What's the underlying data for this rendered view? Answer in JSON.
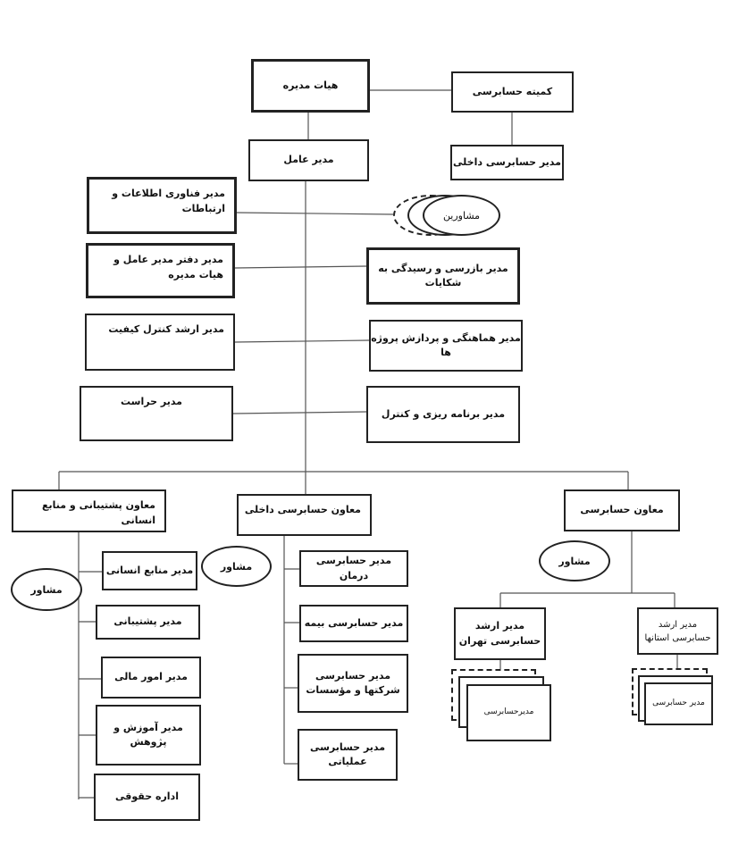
{
  "top": {
    "board": "هیات مدیره",
    "audit_committee": "کمیته حسابرسی",
    "internal_audit_manager": "مدیر حسابرسی داخلی",
    "ceo": "مدیر عامل"
  },
  "staff_left": [
    "مدیر  فناوری اطلاعات و ارتباطات",
    "مدیر دفتر مدیر عامل و هیات مدیره",
    "مدیر ارشد کنترل کیفیت",
    "مدیر حراست"
  ],
  "staff_right": [
    "مدیر بازرسی و رسیدگی به شکایات",
    "مدیر هماهنگی و پردازش پروژه ها",
    "مدیر برنامه ریزی و کنترل"
  ],
  "advisors_group": "مشاورین",
  "deputies": {
    "support_hr": "معاون پشتیبانی و منابع انسانی",
    "internal_audit": "معاون حسابرسی داخلی",
    "audit": "معاون حسابرسی"
  },
  "advisor_label": "مشاور",
  "support_units": [
    "مدیر منابع انسانی",
    "مدیر پشتیبانی",
    "مدیر امور مالی",
    "مدیر آموزش و پژوهش",
    "اداره حقوقی"
  ],
  "internal_audit_units": [
    {
      "line1": "مدیر حسابرسی درمان",
      "line2": ""
    },
    {
      "line1": "مدیر حسابرسی بیمه",
      "line2": ""
    },
    {
      "line1": "مدیر حسابرسی",
      "line2": "شرکتها و مؤسسات"
    },
    {
      "line1": "مدیر حسابرسی",
      "line2": "عملیاتی"
    }
  ],
  "audit_units": {
    "tehran": {
      "line1": "مدیر ارشد",
      "line2": "حسابرسی تهران"
    },
    "provinces": {
      "line1": "مدیر ارشد",
      "line2": "حسابرسی استانها"
    },
    "auditor_manager_tehran": "مدیرحسابرسی",
    "auditor_manager_provinces": "مدیر حسابرسی"
  }
}
